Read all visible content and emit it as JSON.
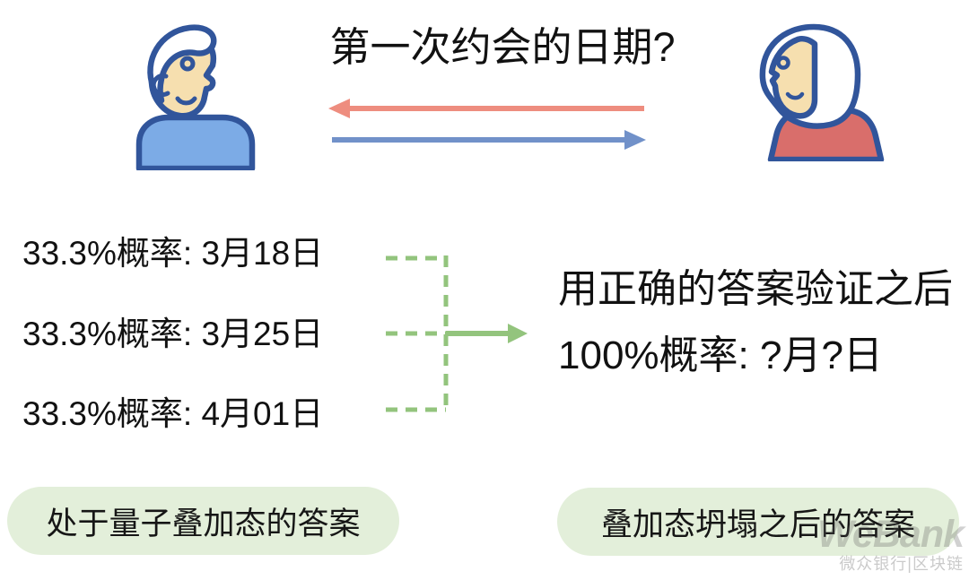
{
  "title": "第一次约会的日期?",
  "superposition": {
    "options": [
      "33.3%概率: 3月18日",
      "33.3%概率: 3月25日",
      "33.3%概率: 4月01日"
    ],
    "caption": "处于量子叠加态的答案"
  },
  "collapsed": {
    "note": "用正确的答案验证之后",
    "result": "100%概率: ?月?日",
    "caption": "叠加态坍塌之后的答案"
  },
  "watermark": {
    "brand": "WeBank",
    "tagline": "微众银行|区块链"
  },
  "icons": {
    "left": "man-profile-icon",
    "right": "woman-profile-icon",
    "exchange": [
      "arrow-left-red",
      "arrow-right-blue"
    ],
    "merge": "green-dashed-merge-arrow"
  },
  "colors": {
    "red": "#EE8D7F",
    "blue": "#7191C9",
    "green": "#93C47D",
    "pill_bg": "#E3EFDA",
    "outline": "#31559B",
    "skin": "#F6DFAF",
    "shirt_blue": "#7CABE6",
    "top_red": "#D96E6B",
    "text": "#111111"
  }
}
